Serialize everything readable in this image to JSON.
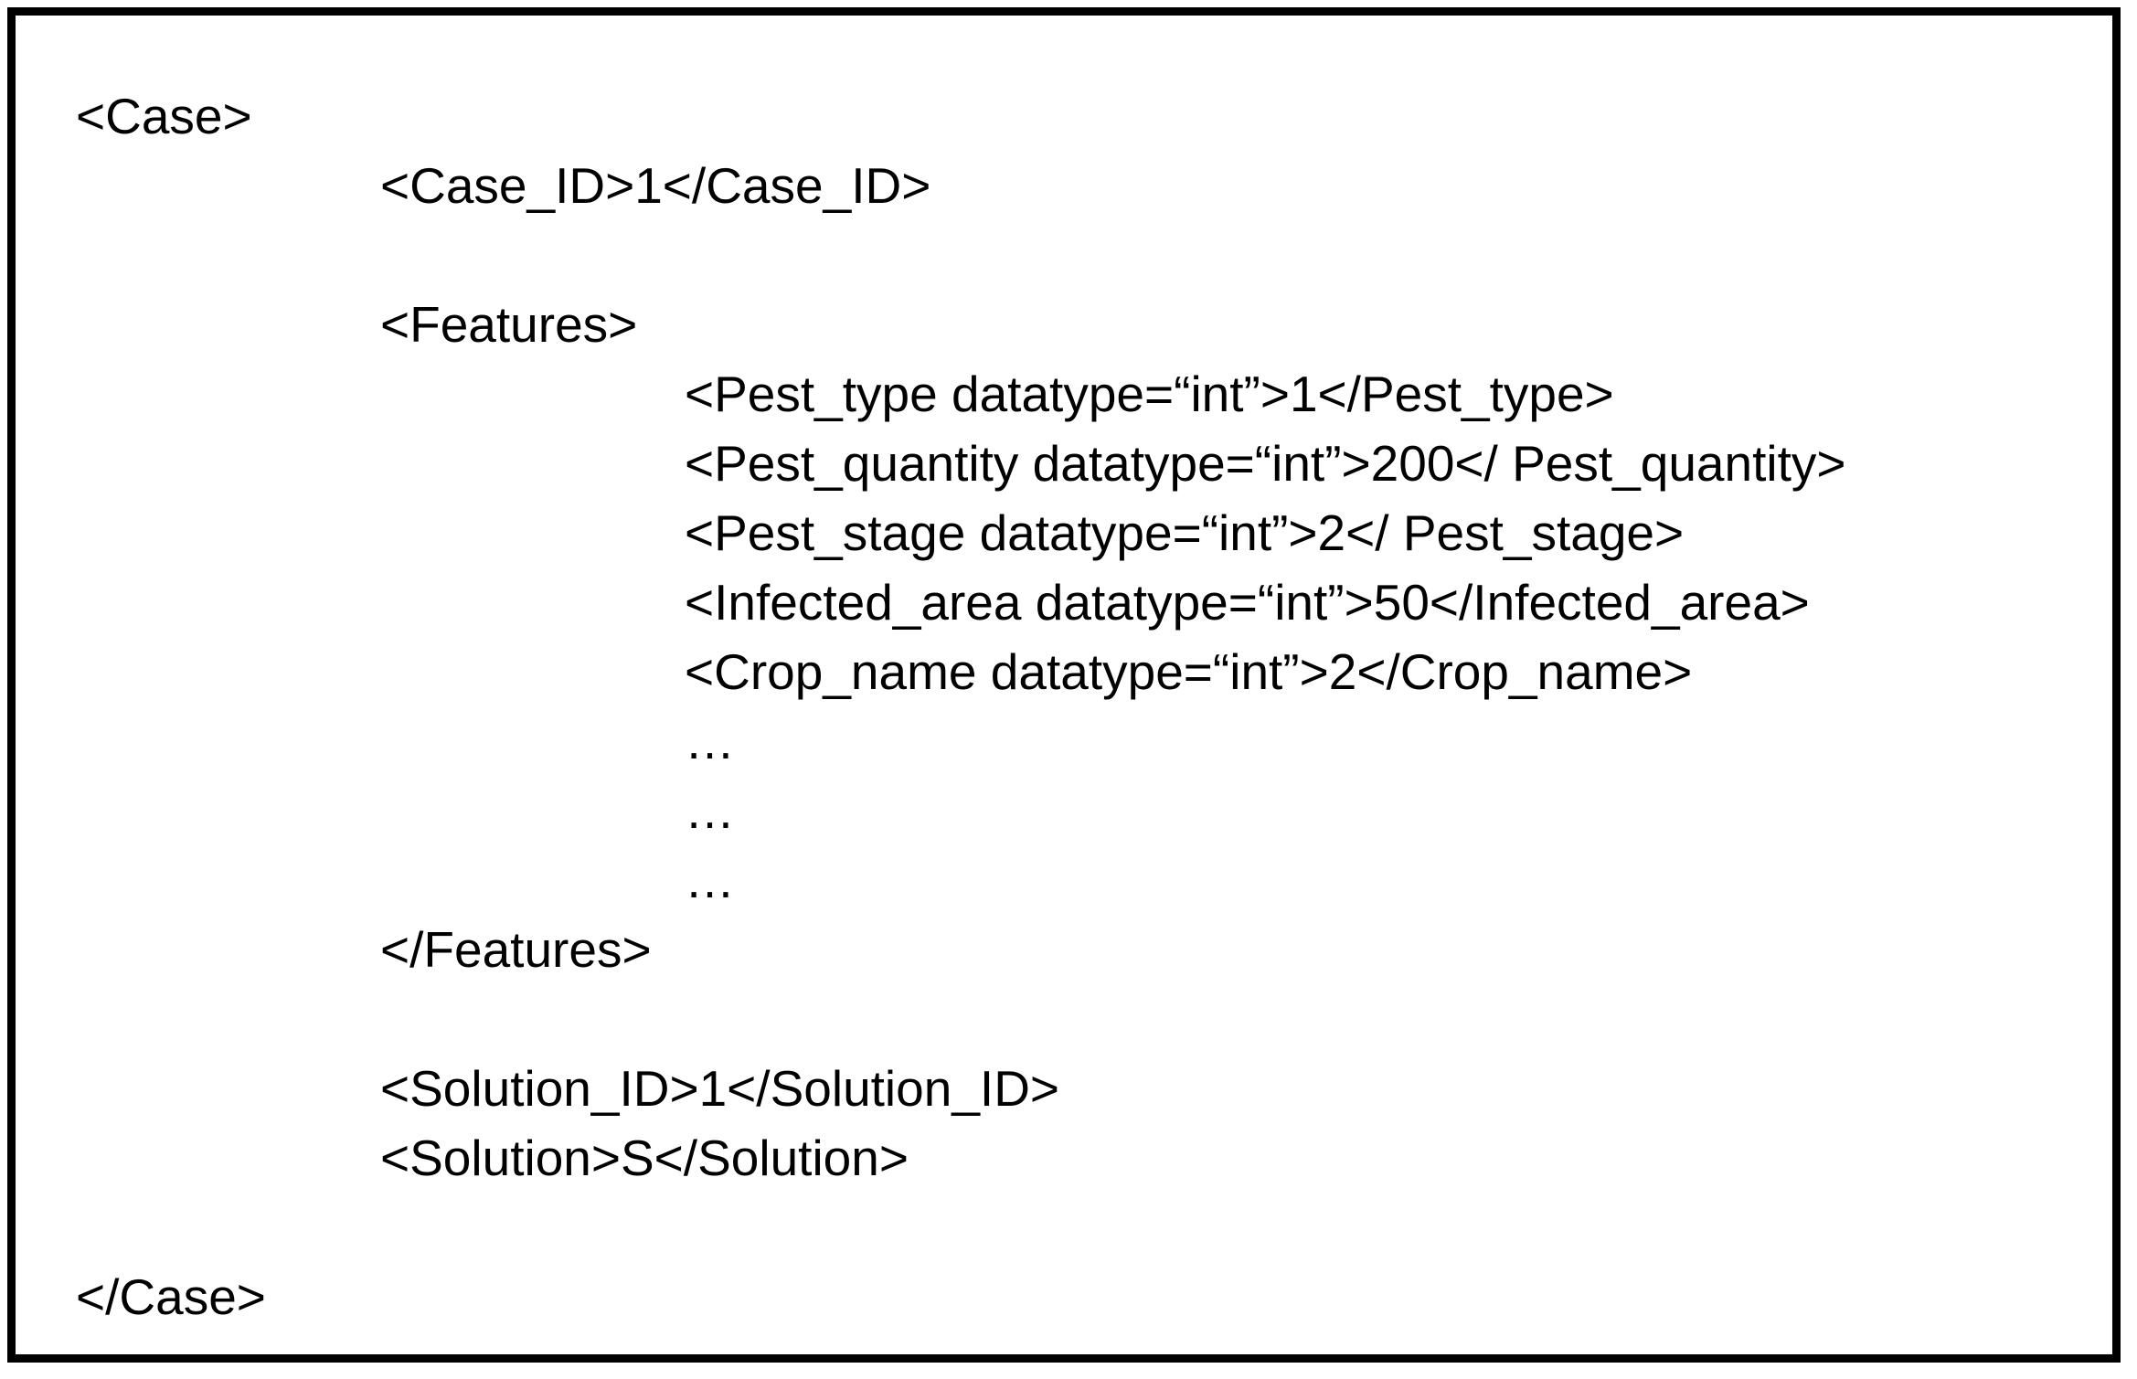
{
  "figure": {
    "kind": "xml-code-listing",
    "colors": {
      "text": "#000000",
      "background": "#ffffff",
      "border": "#000000"
    },
    "code": {
      "lines": [
        {
          "text": "<Case>",
          "indent": 0
        },
        {
          "text": "<Case_ID>1</Case_ID>",
          "indent": 1
        },
        {
          "text": "",
          "indent": 0
        },
        {
          "text": "<Features>",
          "indent": 1
        },
        {
          "text": "<Pest_type datatype=“int”>1</Pest_type>",
          "indent": 2
        },
        {
          "text": "<Pest_quantity datatype=“int”>200</ Pest_quantity>",
          "indent": 2
        },
        {
          "text": "<Pest_stage datatype=“int”>2</ Pest_stage>",
          "indent": 2
        },
        {
          "text": "<Infected_area datatype=“int”>50</Infected_area>",
          "indent": 2
        },
        {
          "text": "<Crop_name datatype=“int”>2</Crop_name>",
          "indent": 2
        },
        {
          "text": "…",
          "indent": 2
        },
        {
          "text": "…",
          "indent": 2
        },
        {
          "text": "…",
          "indent": 2
        },
        {
          "text": "</Features>",
          "indent": 1
        },
        {
          "text": "",
          "indent": 0
        },
        {
          "text": "<Solution_ID>1</Solution_ID>",
          "indent": 1
        },
        {
          "text": "<Solution>S</Solution>",
          "indent": 1
        },
        {
          "text": "",
          "indent": 0
        },
        {
          "text": "</Case>",
          "indent": 0
        }
      ]
    }
  }
}
